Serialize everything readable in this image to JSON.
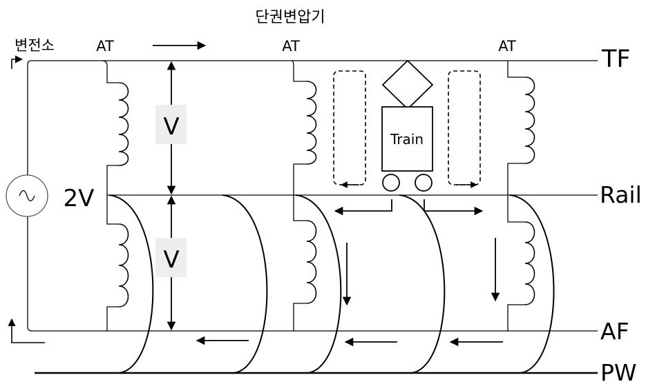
{
  "labels": {
    "substation": "변전소",
    "single_winding_transformer": "단권변압기",
    "at_1": "AT",
    "at_2": "AT",
    "at_3": "AT",
    "tf": "TF",
    "rail": "Rail",
    "af": "AF",
    "pw": "PW",
    "source_voltage": "2V",
    "upper_voltage": "V",
    "lower_voltage": "V",
    "train": "Train"
  },
  "colors": {
    "wire": "#000000",
    "voltage_label_bg": "#eeeeee",
    "background": "#ffffff"
  },
  "icons": {
    "source": "ac-source-icon",
    "train_pantograph": "pantograph-icon"
  }
}
